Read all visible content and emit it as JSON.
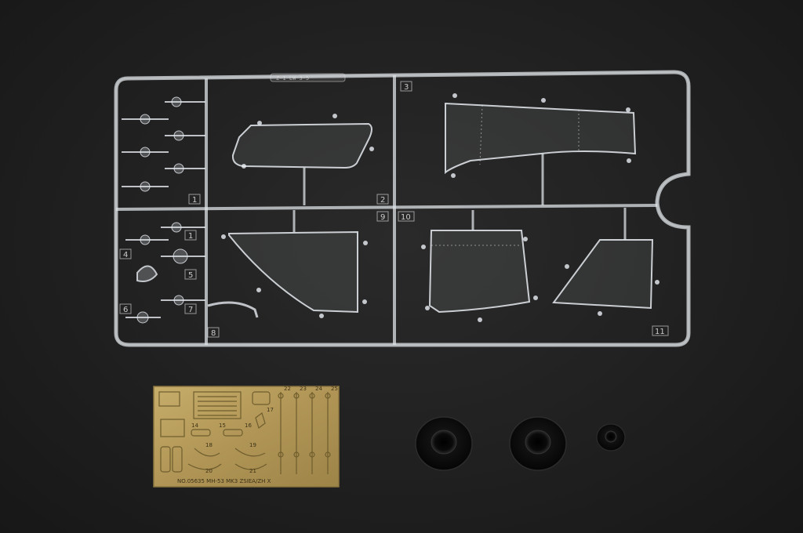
{
  "scene": {
    "description_label": "",
    "colors": {
      "background": "#1c1c1c",
      "clear_plastic": "#d9dde2",
      "photo_etch_brass": "#b49a5a",
      "rubber_tire": "#0d0d0d"
    }
  },
  "clear_sprue": {
    "part_numbers": [
      "1",
      "2",
      "3",
      "4",
      "5",
      "6",
      "7",
      "8",
      "9",
      "10",
      "11",
      "1"
    ],
    "top_label": "Z-1 LW 3-5"
  },
  "photo_etch": {
    "numbers": [
      "14",
      "15",
      "16",
      "17",
      "18",
      "19",
      "20",
      "21",
      "22",
      "23",
      "24",
      "25"
    ],
    "bottom_caption": "NO.05635 MH-53 MK3 ZSIEA/ZH X"
  },
  "tires": {
    "count": 3
  }
}
